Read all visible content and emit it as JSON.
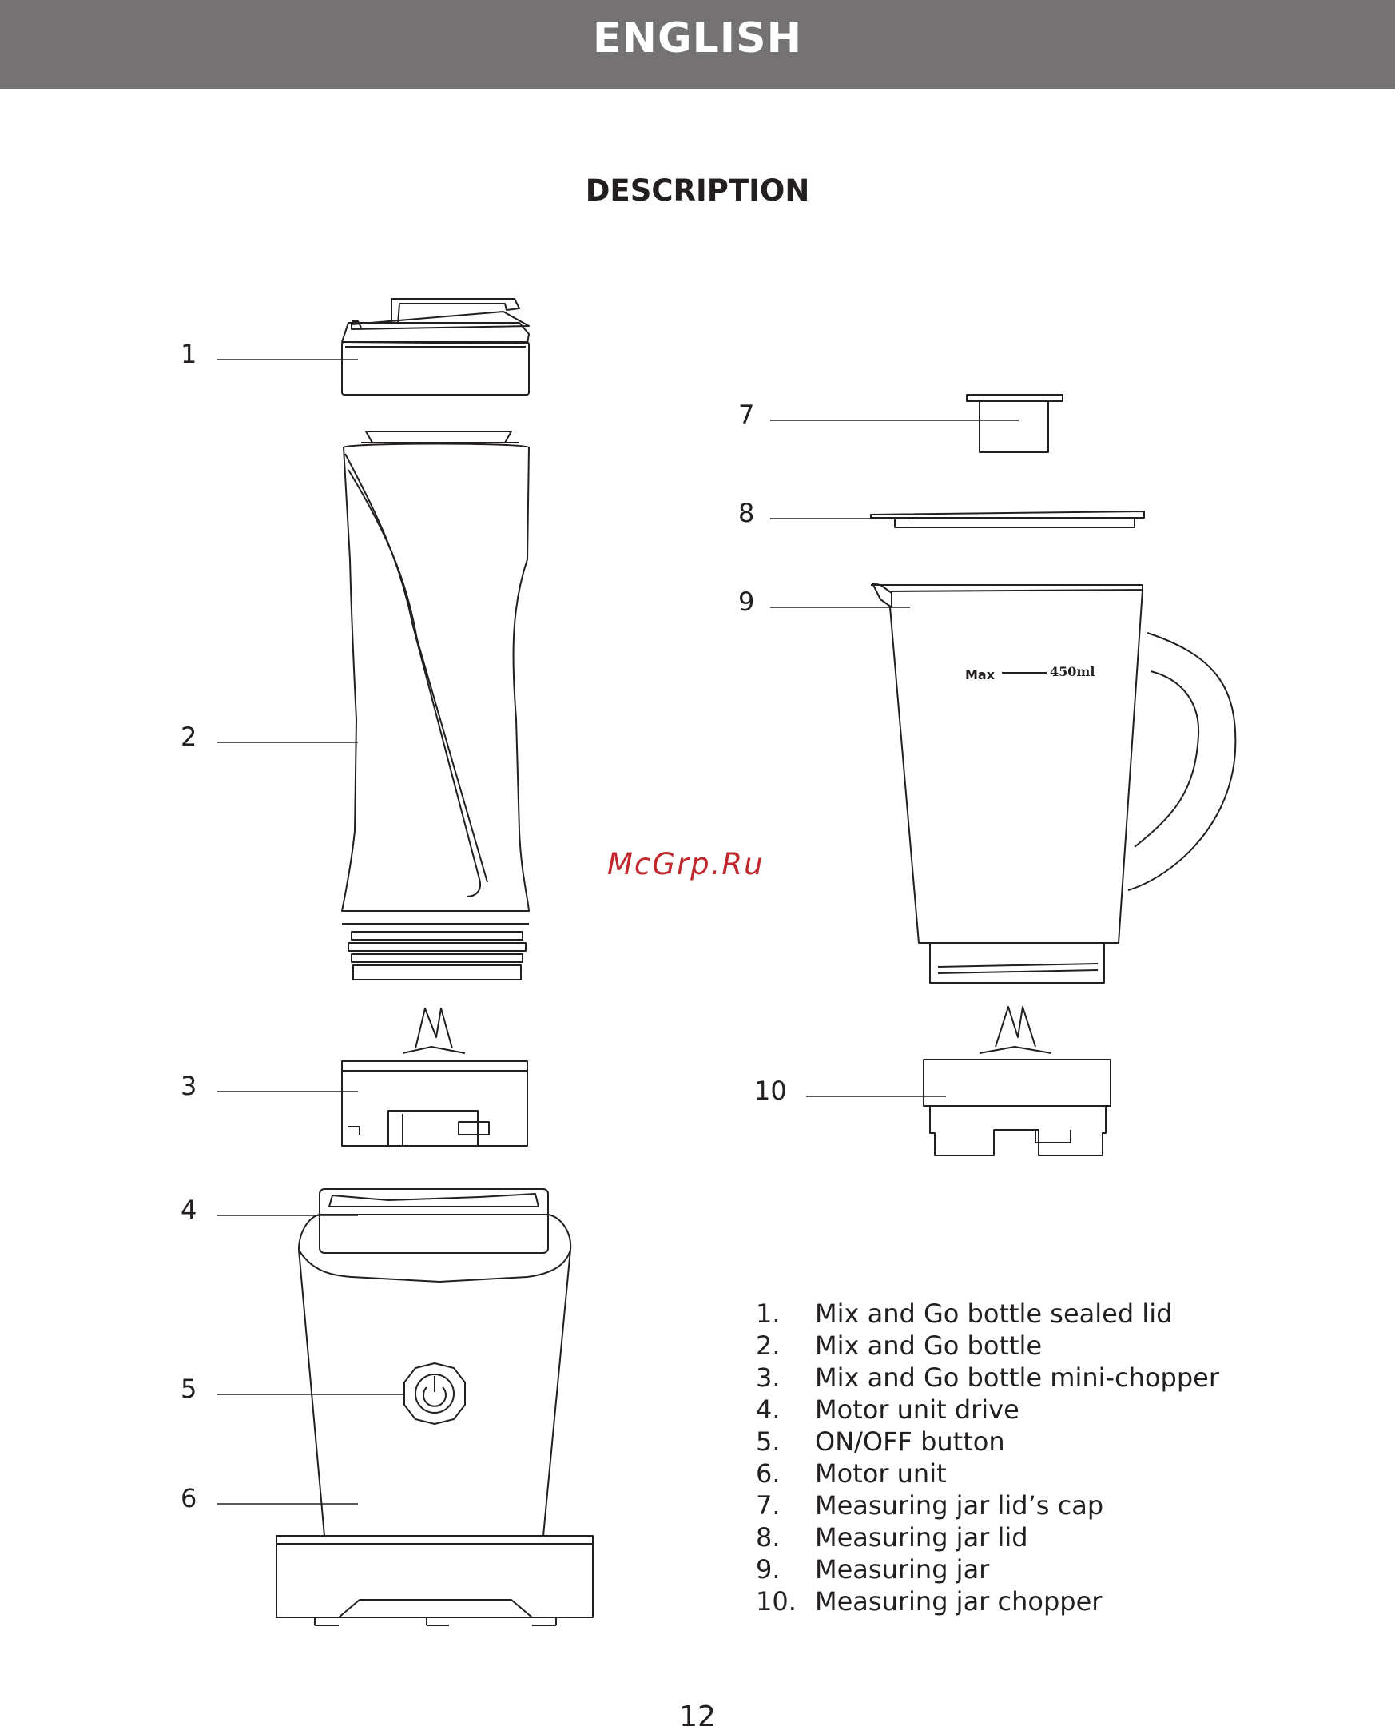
{
  "header": {
    "title": "ENGLISH",
    "color": "#747272"
  },
  "section": {
    "title": "DESCRIPTION"
  },
  "callouts": [
    "1",
    "2",
    "3",
    "4",
    "5",
    "6",
    "7",
    "8",
    "9",
    "10"
  ],
  "jar_marking": {
    "max_label": "Max",
    "capacity_label": "450ml"
  },
  "watermark": {
    "text": "McGrp.Ru",
    "color": "#c0282e"
  },
  "legend": [
    {
      "num": "1.",
      "label": "Mix and Go bottle sealed lid"
    },
    {
      "num": "2.",
      "label": "Mix and Go bottle"
    },
    {
      "num": "3.",
      "label": "Mix and Go bottle mini-chopper"
    },
    {
      "num": "4.",
      "label": "Motor unit drive"
    },
    {
      "num": "5.",
      "label": "ON/OFF button"
    },
    {
      "num": "6.",
      "label": "Motor unit"
    },
    {
      "num": "7.",
      "label": "Measuring jar lid’s cap"
    },
    {
      "num": "8.",
      "label": "Measuring jar lid"
    },
    {
      "num": "9.",
      "label": "Measuring jar"
    },
    {
      "num": "10.",
      "label": "Measuring jar chopper"
    }
  ],
  "page_number": "12"
}
